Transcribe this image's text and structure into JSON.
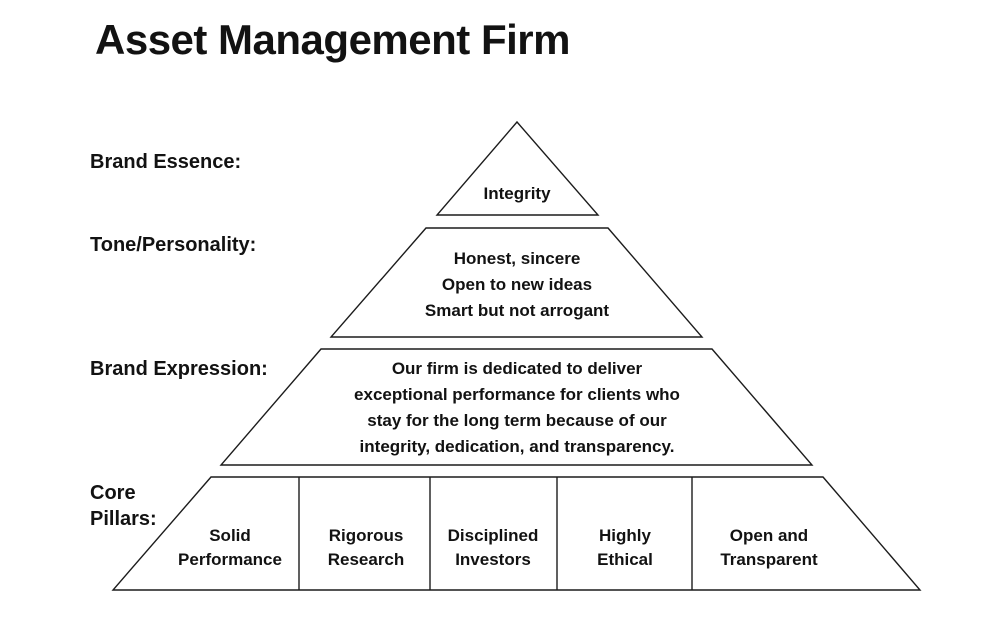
{
  "title": "Asset Management Firm",
  "row_labels": {
    "brand_essence": "Brand Essence:",
    "tone_personality": "Tone/Personality:",
    "brand_expression": "Brand Expression:",
    "core_pillars": "Core Pillars:"
  },
  "pyramid": {
    "brand_essence": "Integrity",
    "tone_personality_lines": [
      "Honest, sincere",
      "Open to new ideas",
      "Smart but not arrogant"
    ],
    "brand_expression_lines": [
      "Our firm is dedicated to deliver",
      "exceptional performance for clients who",
      "stay for the long term because of our",
      "integrity, dedication, and transparency."
    ],
    "core_pillars": [
      "Solid Performance",
      "Rigorous Research",
      "Disciplined Investors",
      "Highly Ethical",
      "Open and Transparent"
    ]
  },
  "colors": {
    "stroke": "#1c1c1c",
    "text": "#121212",
    "background": "#ffffff"
  }
}
